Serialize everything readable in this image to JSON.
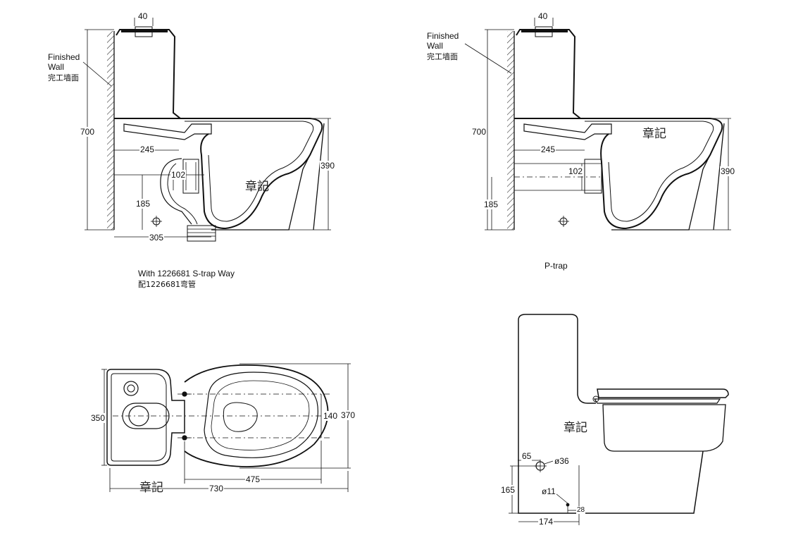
{
  "view_sstrap": {
    "wall_label_en": "Finished\nWall",
    "wall_label_zh": "完工墙面",
    "dim_top": "40",
    "dim_height": "700",
    "dim_245": "245",
    "dim_102": "102",
    "dim_185": "185",
    "dim_305": "305",
    "dim_390": "390",
    "caption_en": "With 1226681 S-trap Way",
    "caption_zh": "配1226681弯管",
    "watermark": "章記"
  },
  "view_ptrap": {
    "wall_label_en": "Finished\nWall",
    "wall_label_zh": "完工墙面",
    "dim_top": "40",
    "dim_height": "700",
    "dim_245": "245",
    "dim_102": "102",
    "dim_185": "185",
    "dim_390": "390",
    "caption": "P-trap",
    "watermark": "章記"
  },
  "view_plan": {
    "dim_350": "350",
    "dim_370": "370",
    "dim_140": "140",
    "dim_475": "475",
    "dim_730": "730",
    "watermark": "章記"
  },
  "view_side": {
    "dim_65": "65",
    "dim_d36": "ø36",
    "dim_165": "165",
    "dim_d11": "ø11",
    "dim_28": "28",
    "dim_174": "174",
    "watermark": "章記"
  }
}
